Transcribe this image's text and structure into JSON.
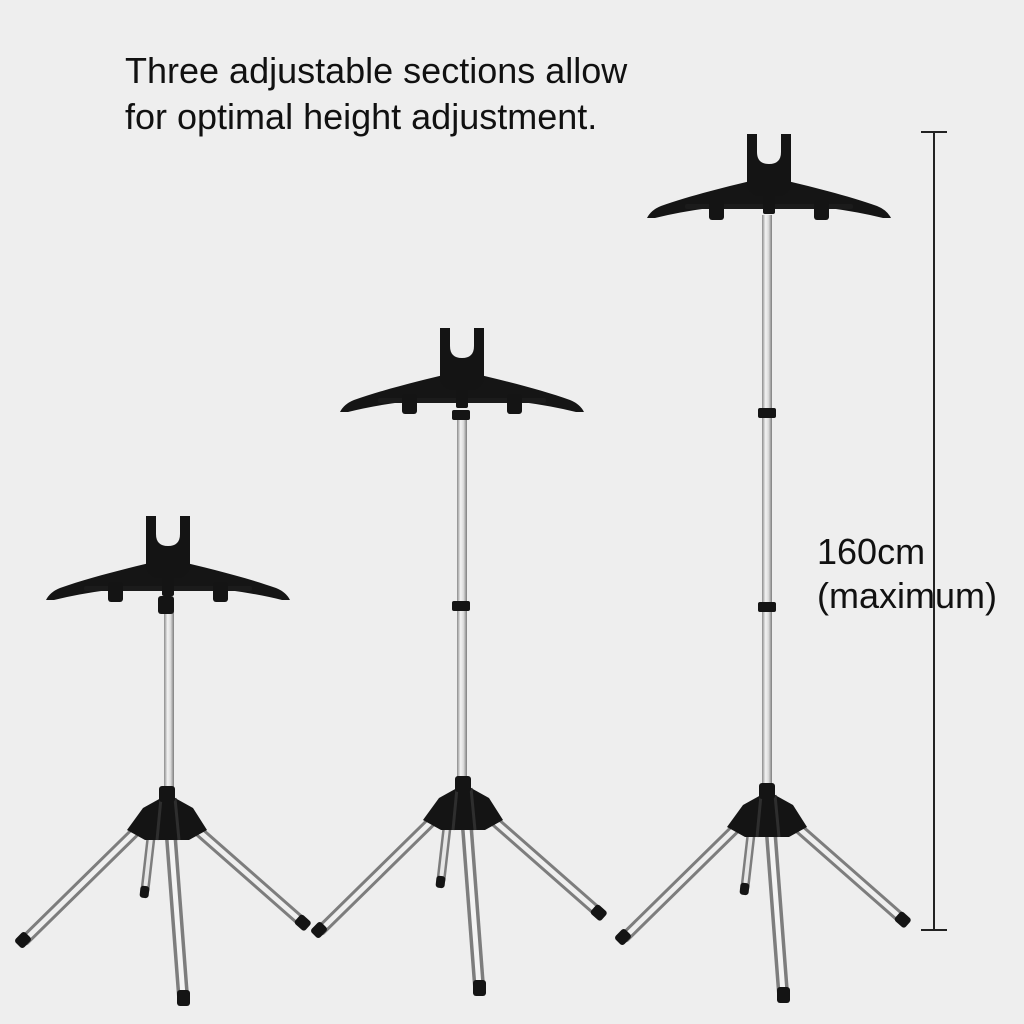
{
  "caption": {
    "line1": "Three adjustable sections allow",
    "line2": "for optimal height adjustment."
  },
  "measurement": {
    "value": "160cm",
    "qualifier": "(maximum)"
  },
  "colors": {
    "background": "#eeeeee",
    "plastic": "#141414",
    "pole_light": "#e9e9e9",
    "pole_dark": "#8a8a8a",
    "text": "#111111"
  }
}
